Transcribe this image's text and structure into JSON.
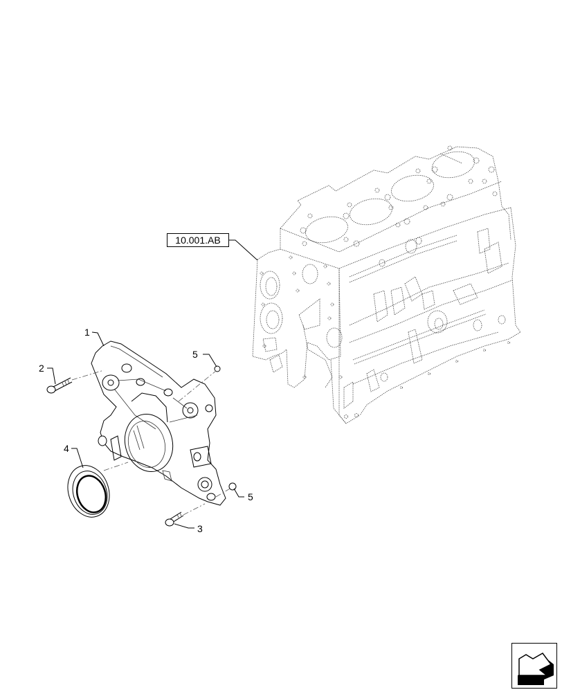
{
  "diagram": {
    "type": "exploded-parts-view",
    "subject": "engine block with front timing cover",
    "reference_label": "10.001.AB",
    "callouts": [
      {
        "id": "1",
        "label": "1",
        "part": "front cover"
      },
      {
        "id": "2",
        "label": "2",
        "part": "bolt (upper)"
      },
      {
        "id": "3",
        "label": "3",
        "part": "bolt (lower)"
      },
      {
        "id": "4",
        "label": "4",
        "part": "crankshaft oil seal"
      },
      {
        "id": "5a",
        "label": "5",
        "part": "dowel / plug (upper)"
      },
      {
        "id": "5b",
        "label": "5",
        "part": "dowel / plug (lower)"
      }
    ],
    "navigation": {
      "icon": "next-page-arrow-icon"
    }
  },
  "colors": {
    "line": "#000000",
    "background": "#ffffff"
  }
}
